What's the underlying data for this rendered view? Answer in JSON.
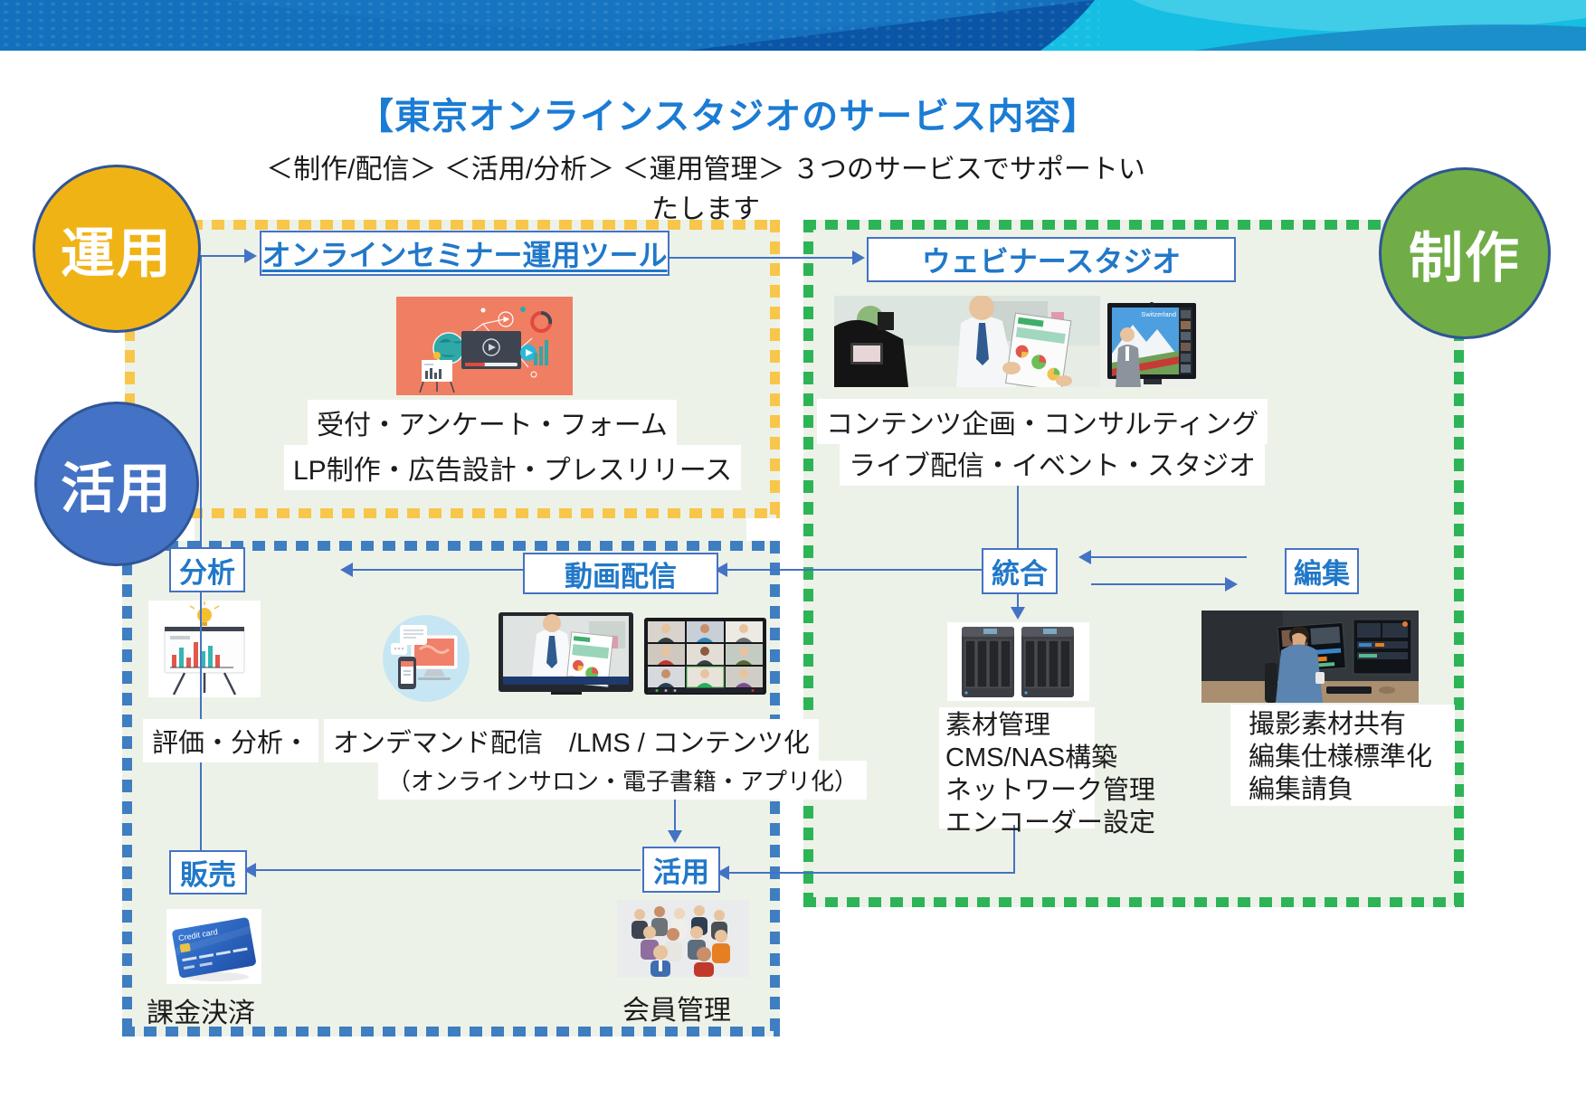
{
  "palette": {
    "header_blue": "#1470BD",
    "header_navy": "#0A55A5",
    "header_cyan": "#15BEE2",
    "title_blue": "#1B7CD4",
    "node_text_blue": "#2178C8",
    "connector_blue": "#4472C4",
    "yellow_dash": "#F7C64B",
    "blue_dash": "#3E7EC1",
    "green_dash": "#2DB457",
    "region_bg": "#EDF2E8",
    "circle_yellow": "#F0B316",
    "circle_blue": "#4472C4",
    "circle_green": "#70AD47"
  },
  "title": "【東京オンラインスタジオのサービス内容】",
  "subtitle": "＜制作/配信＞ ＜活用/分析＞ ＜運用管理＞ ３つのサービスでサポートいたします",
  "circles": {
    "operation": "運用",
    "utilization": "活用",
    "production": "制作"
  },
  "nodes": {
    "online_seminar_tool": "オンラインセミナー運用ツール",
    "webinar_studio": "ウェビナースタジオ",
    "analysis": "分析",
    "video_delivery": "動画配信",
    "integration": "統合",
    "editing": "編集",
    "sales": "販売",
    "utilization": "活用"
  },
  "captions": {
    "seminar_tool_line1": "受付・アンケート・フォーム",
    "seminar_tool_line2": "LP制作・広告設計・プレスリリース",
    "webinar_line1": "コンテンツ企画・コンサルティング",
    "webinar_line2": "ライブ配信・イベント・スタジオ",
    "analysis_caption": "評価・分析・",
    "ondemand_caption": "オンデマンド配信　/LMS / コンテンツ化",
    "ondemand_sub": "（オンラインサロン・電子書籍・アプリ化）",
    "integration_notes": [
      "素材管理",
      "CMS/NAS構築",
      "ネットワーク管理",
      "エンコーダー設定"
    ],
    "editing_notes": [
      "撮影素材共有",
      "編集仕様標準化",
      "編集請負"
    ],
    "billing_caption": "課金決済",
    "member_caption": "会員管理"
  },
  "image_labels": {
    "switzerland": "Switzerland",
    "credit_card": "Credit card"
  }
}
